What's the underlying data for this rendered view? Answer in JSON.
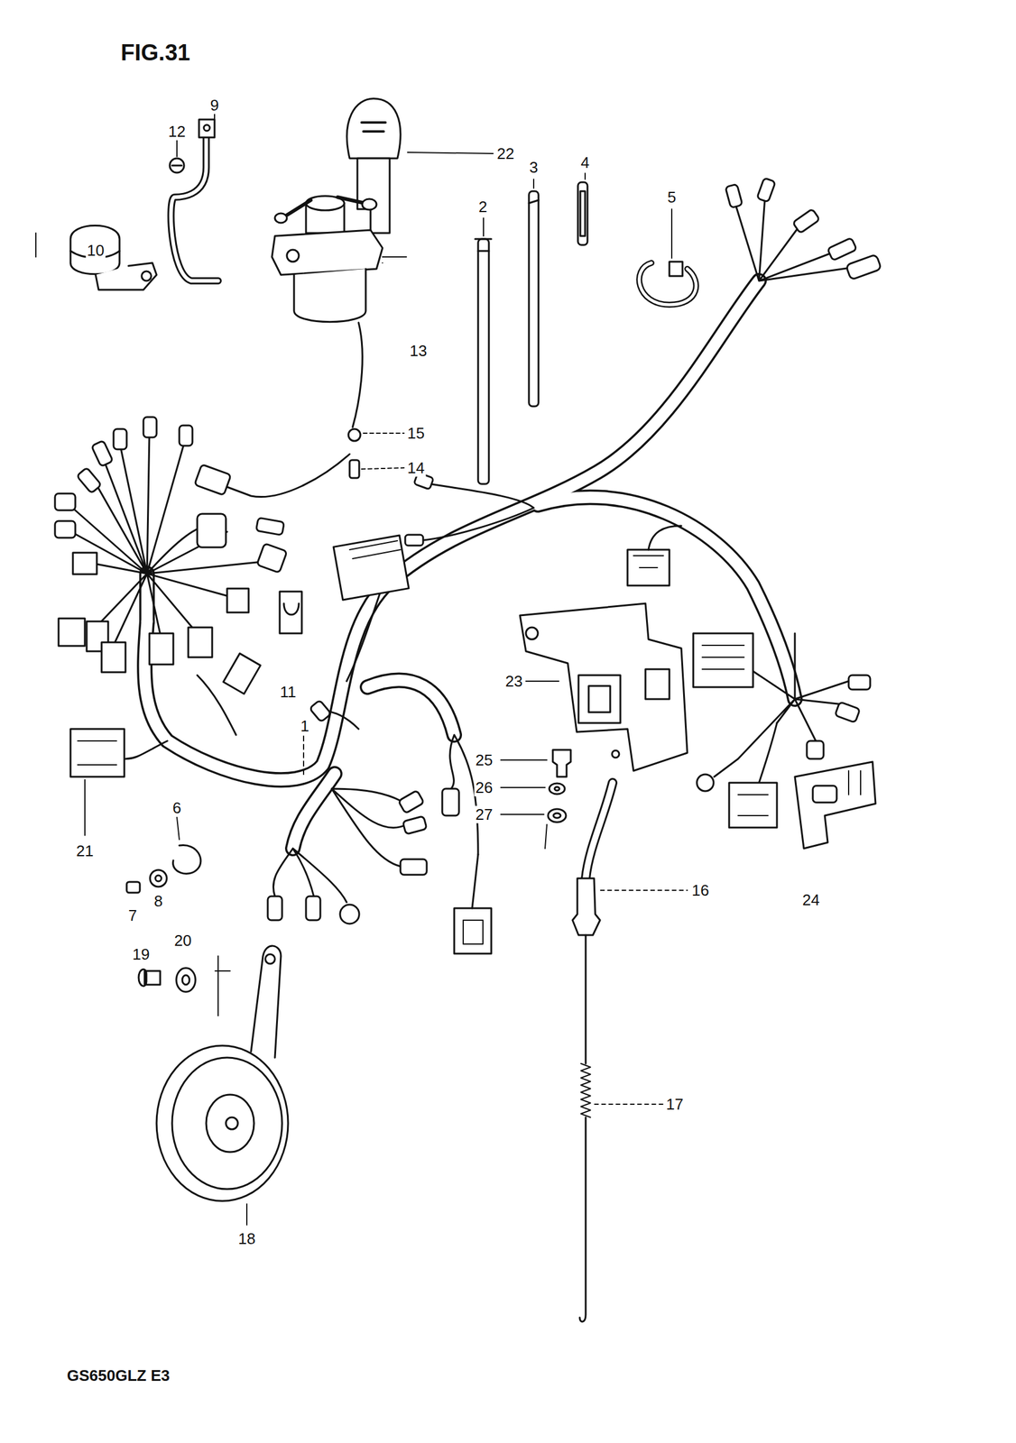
{
  "diagram": {
    "title": "FIG.31",
    "caption": "GS650GLZ E3",
    "labels": [
      "12",
      "9",
      "22",
      "2",
      "3",
      "4",
      "5",
      "10",
      "13",
      "15",
      "14",
      "11",
      "1",
      "23",
      "21",
      "6",
      "25",
      "26",
      "27",
      "7",
      "8",
      "19",
      "20",
      "16",
      "24",
      "17",
      "18"
    ]
  }
}
